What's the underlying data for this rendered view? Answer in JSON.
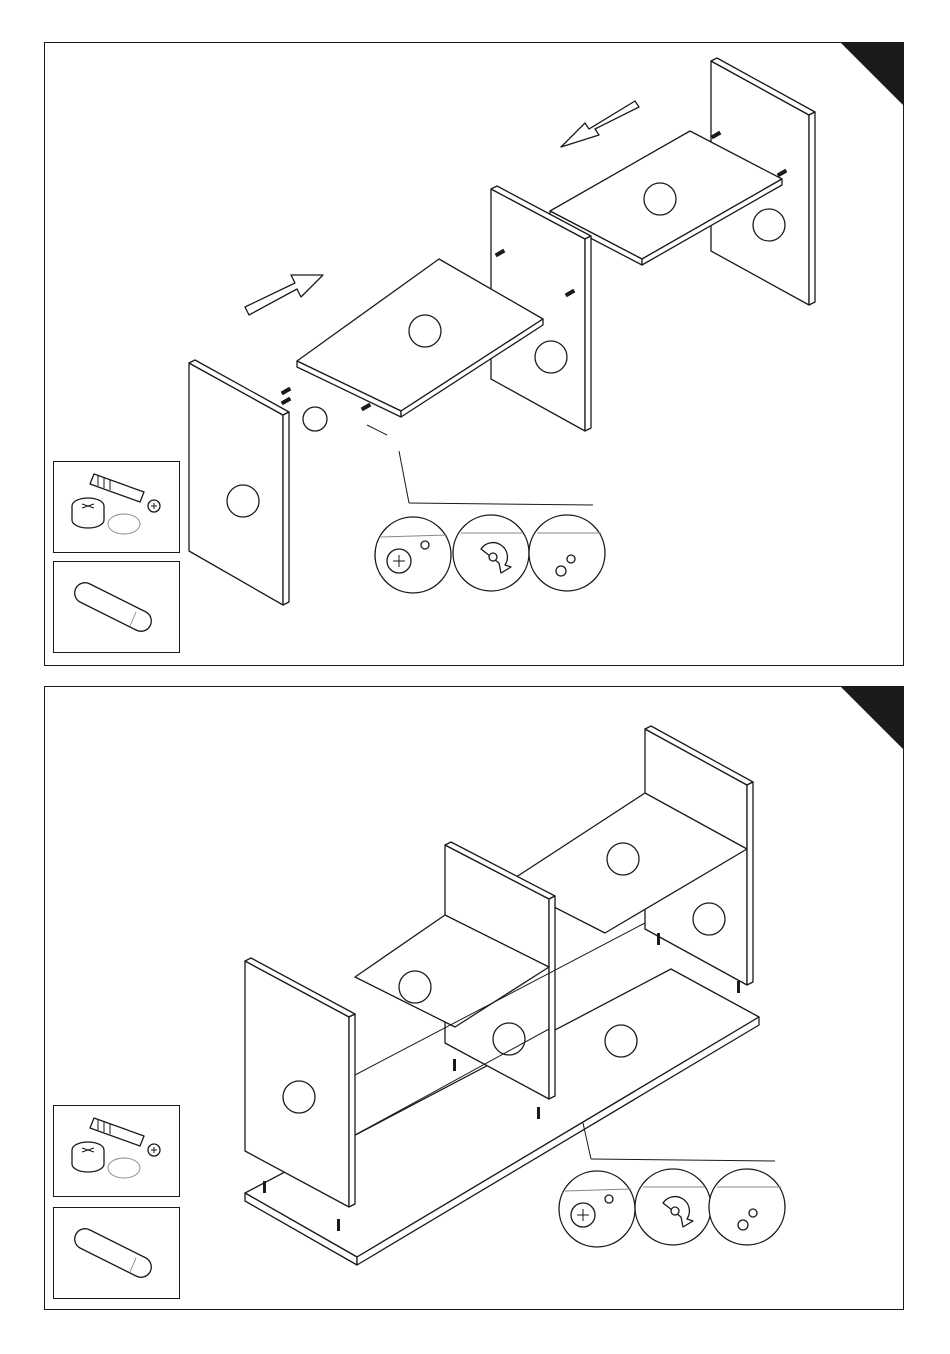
{
  "steps": [
    {
      "parts": [
        {
          "name": "cam-lock-fitting"
        },
        {
          "name": "wooden-dowel"
        }
      ],
      "detail_callouts": [
        "insert",
        "turn",
        "locked"
      ]
    },
    {
      "parts": [
        {
          "name": "cam-lock-fitting"
        },
        {
          "name": "wooden-dowel"
        }
      ],
      "detail_callouts": [
        "insert",
        "turn",
        "locked"
      ]
    }
  ],
  "icons": {
    "corner": "step-corner-marker",
    "arrow": "direction-arrow-icon",
    "cam": "cam-lock-icon",
    "dowel": "dowel-icon"
  },
  "colors": {
    "line": "#1a1a1a",
    "paper": "#ffffff"
  }
}
